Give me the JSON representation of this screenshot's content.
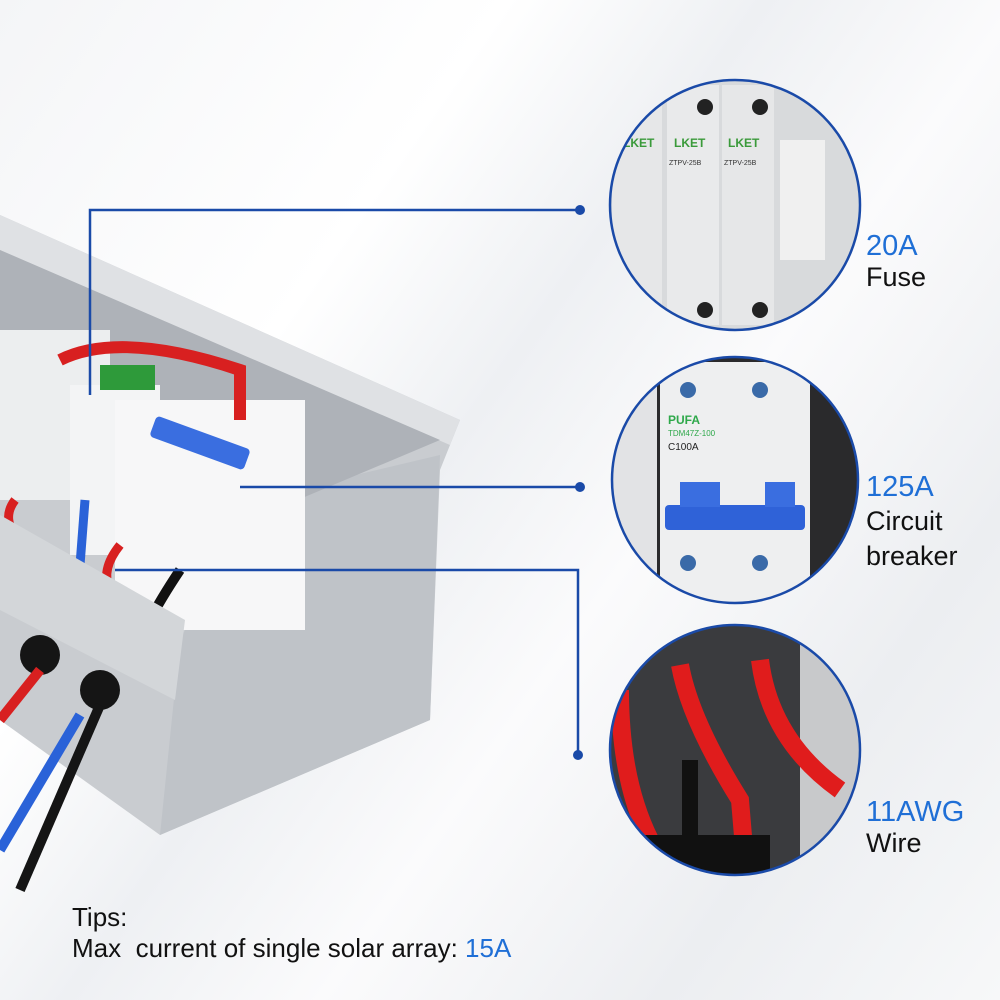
{
  "callouts": [
    {
      "value": "20A",
      "label": "Fuse",
      "brand": "LKET",
      "model": "ZTPV-25B"
    },
    {
      "value": "125A",
      "label": "Circuit breaker",
      "brand": "PUFA",
      "model": "TDM47Z-100",
      "rating": "C100A"
    },
    {
      "value": "11AWG",
      "label": "Wire"
    }
  ],
  "tips": {
    "title": "Tips:",
    "text": "Max  current of single solar array: ",
    "highlight": "15A"
  },
  "colors": {
    "accent": "#1f6fd6",
    "leader": "#1a4aa8",
    "wire_red": "#e02020",
    "wire_blue": "#2a62d8"
  }
}
